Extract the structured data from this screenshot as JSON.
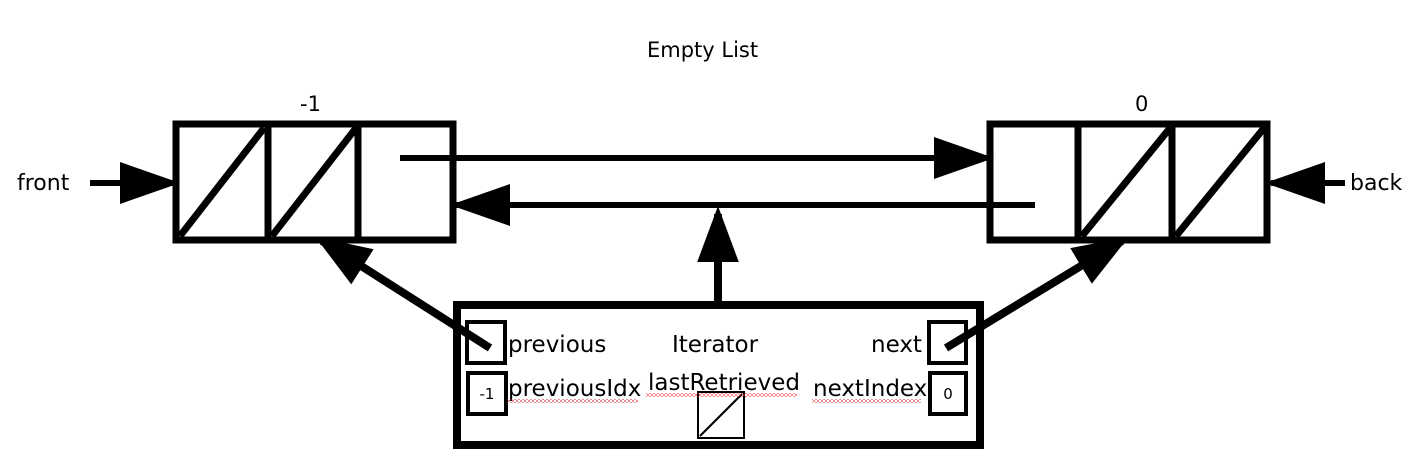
{
  "title": "Empty List",
  "nodes": {
    "front_node": {
      "index_label": "-1",
      "cells": [
        "null",
        "null",
        "pointer"
      ]
    },
    "back_node": {
      "index_label": "0",
      "cells": [
        "pointer",
        "null",
        "null"
      ]
    }
  },
  "pointers": {
    "front_label": "front",
    "back_label": "back"
  },
  "iterator": {
    "title": "Iterator",
    "previous_label": "previous",
    "previous_value": "",
    "next_label": "next",
    "next_value": "",
    "previous_idx_label": "previousIdx",
    "previous_idx_value": "-1",
    "last_retrieved_label": "lastRetrieved",
    "last_retrieved_value": "null",
    "next_index_label": "nextIndex",
    "next_index_value": "0"
  },
  "colors": {
    "stroke": "#000000",
    "background": "#ffffff",
    "spellcheck_underline": "#e02020"
  }
}
